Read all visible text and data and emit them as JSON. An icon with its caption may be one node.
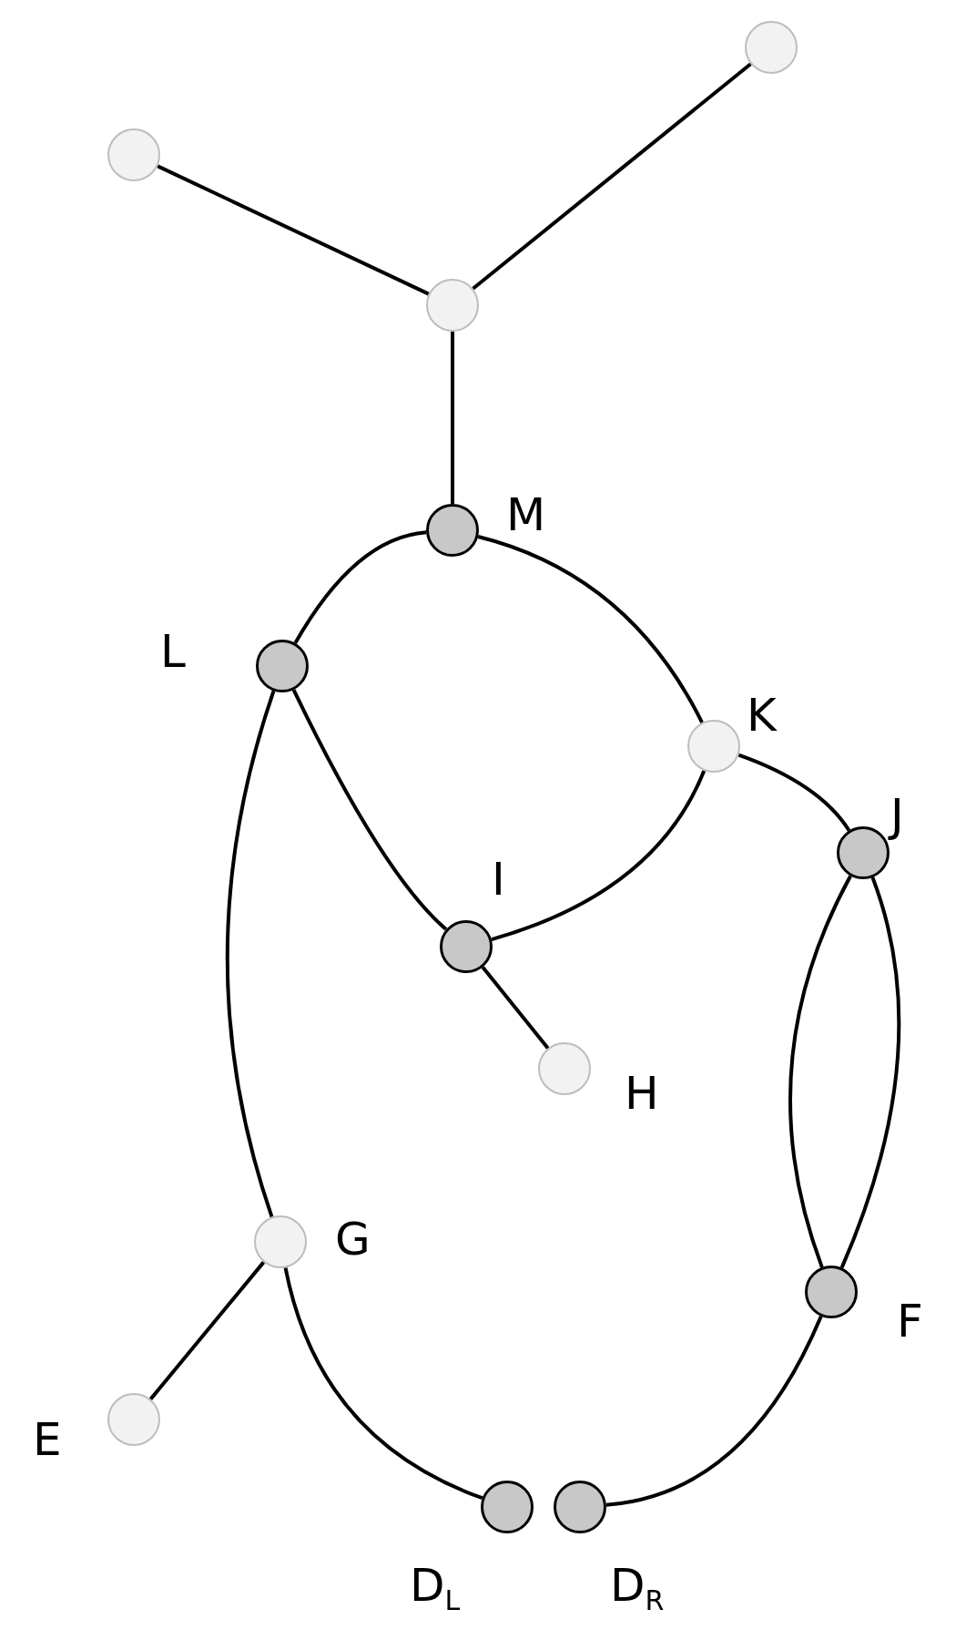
{
  "diagram": {
    "nodes": [
      {
        "text": [],
        "shape": "circle"
      },
      {
        "text": [],
        "shape": "circle"
      },
      {
        "text": [],
        "shape": "circle"
      },
      {
        "text": [],
        "shape": "circle",
        "beside": [
          "M"
        ]
      },
      {
        "text": [],
        "shape": "circle",
        "beside": [
          "L"
        ]
      },
      {
        "text": [],
        "shape": "circle",
        "beside": [
          "K"
        ]
      },
      {
        "text": [],
        "shape": "circle",
        "beside": [
          "J"
        ]
      },
      {
        "text": [],
        "shape": "circle",
        "beside": [
          "I"
        ]
      },
      {
        "text": [],
        "shape": "circle",
        "beside": [
          "H"
        ]
      },
      {
        "text": [],
        "shape": "circle",
        "beside": [
          "G"
        ]
      },
      {
        "text": [],
        "shape": "circle",
        "beside": [
          "F"
        ]
      },
      {
        "text": [],
        "shape": "circle",
        "beside": [
          "E"
        ]
      },
      {
        "text": [],
        "shape": "circle",
        "beside": [
          "D$_{L}$"
        ]
      },
      {
        "text": [],
        "shape": "circle",
        "beside": [
          "D$_{R}$"
        ]
      }
    ],
    "edges": [
      {
        "from": 1,
        "to": 2,
        "arrow": "none"
      },
      {
        "from": 0,
        "to": 2,
        "arrow": "none"
      },
      {
        "from": 2,
        "to": 3,
        "arrow": "none"
      },
      {
        "from": 3,
        "to": 4,
        "arrow": "none"
      },
      {
        "from": 3,
        "to": 5,
        "arrow": "none"
      },
      {
        "from": 4,
        "to": 7,
        "arrow": "none"
      },
      {
        "from": 5,
        "to": 7,
        "arrow": "none"
      },
      {
        "from": 5,
        "to": 6,
        "arrow": "none"
      },
      {
        "from": 7,
        "to": 8,
        "arrow": "none"
      },
      {
        "from": 4,
        "to": 9,
        "arrow": "none"
      },
      {
        "from": 6,
        "to": 10,
        "arrow": "none"
      },
      {
        "from": 6,
        "to": 10,
        "arrow": "none"
      },
      {
        "from": 9,
        "to": 11,
        "arrow": "none"
      },
      {
        "from": 9,
        "to": 12,
        "arrow": "none"
      },
      {
        "from": 10,
        "to": 13,
        "arrow": "none"
      }
    ]
  }
}
